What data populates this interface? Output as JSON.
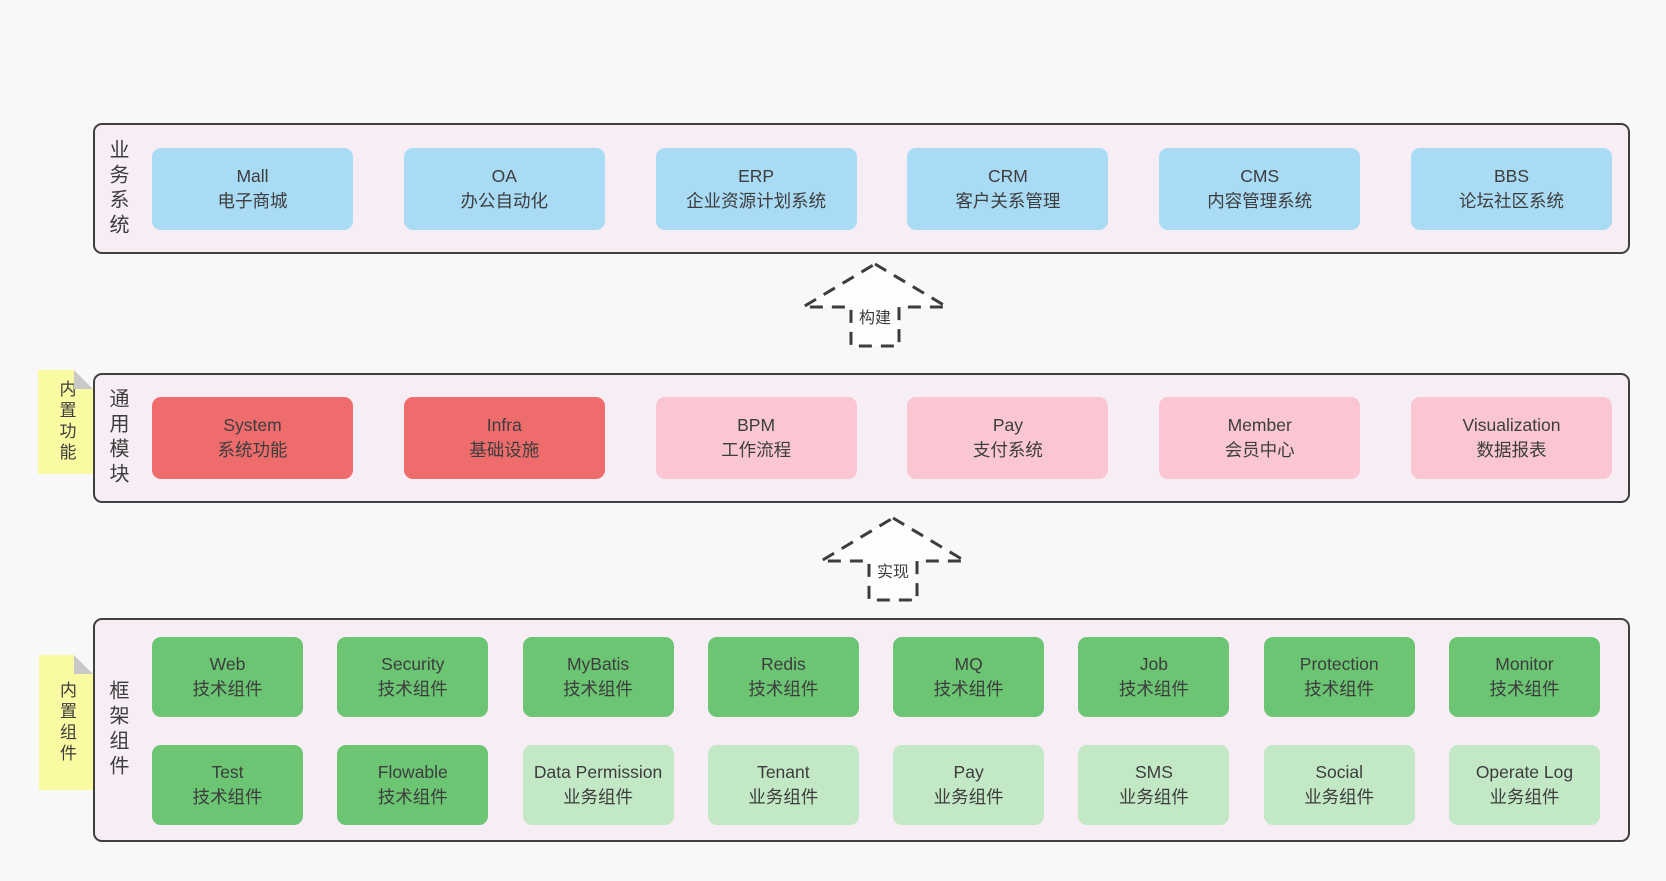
{
  "colors": {
    "page_bg": "#f8f8f8",
    "panel_bg": "#f7edf5",
    "panel_border": "#3f3f3f",
    "blue_box": "#a9dbf5",
    "red_box": "#ee6c6c",
    "pink_box": "#f9c6d1",
    "green_box": "#6bc573",
    "light_green_box": "#c3e8c5",
    "sticky_bg": "#fafaa3",
    "sticky_fold": "#c9c9c9",
    "text": "#3d3d3d"
  },
  "arrows": {
    "build": {
      "label": "构建"
    },
    "implement": {
      "label": "实现"
    }
  },
  "layers": {
    "business": {
      "label": "业务系统",
      "boxes": [
        {
          "title": "Mall",
          "subtitle": "电子商城"
        },
        {
          "title": "OA",
          "subtitle": "办公自动化"
        },
        {
          "title": "ERP",
          "subtitle": "企业资源计划系统"
        },
        {
          "title": "CRM",
          "subtitle": "客户关系管理"
        },
        {
          "title": "CMS",
          "subtitle": "内容管理系统"
        },
        {
          "title": "BBS",
          "subtitle": "论坛社区系统"
        }
      ]
    },
    "modules": {
      "label": "通用模块",
      "sticky": "内置功能",
      "boxes": [
        {
          "title": "System",
          "subtitle": "系统功能",
          "variant": "red"
        },
        {
          "title": "Infra",
          "subtitle": "基础设施",
          "variant": "red"
        },
        {
          "title": "BPM",
          "subtitle": "工作流程",
          "variant": "pink"
        },
        {
          "title": "Pay",
          "subtitle": "支付系统",
          "variant": "pink"
        },
        {
          "title": "Member",
          "subtitle": "会员中心",
          "variant": "pink"
        },
        {
          "title": "Visualization",
          "subtitle": "数据报表",
          "variant": "pink"
        }
      ]
    },
    "components": {
      "label": "框架组件",
      "sticky": "内置组件",
      "row1": [
        {
          "title": "Web",
          "subtitle": "技术组件"
        },
        {
          "title": "Security",
          "subtitle": "技术组件"
        },
        {
          "title": "MyBatis",
          "subtitle": "技术组件"
        },
        {
          "title": "Redis",
          "subtitle": "技术组件"
        },
        {
          "title": "MQ",
          "subtitle": "技术组件"
        },
        {
          "title": "Job",
          "subtitle": "技术组件"
        },
        {
          "title": "Protection",
          "subtitle": "技术组件"
        },
        {
          "title": "Monitor",
          "subtitle": "技术组件"
        }
      ],
      "row2": [
        {
          "title": "Test",
          "subtitle": "技术组件",
          "variant": "green"
        },
        {
          "title": "Flowable",
          "subtitle": "技术组件",
          "variant": "green"
        },
        {
          "title": "Data Permission",
          "subtitle": "业务组件",
          "variant": "light-green"
        },
        {
          "title": "Tenant",
          "subtitle": "业务组件",
          "variant": "light-green"
        },
        {
          "title": "Pay",
          "subtitle": "业务组件",
          "variant": "light-green"
        },
        {
          "title": "SMS",
          "subtitle": "业务组件",
          "variant": "light-green"
        },
        {
          "title": "Social",
          "subtitle": "业务组件",
          "variant": "light-green"
        },
        {
          "title": "Operate Log",
          "subtitle": "业务组件",
          "variant": "light-green"
        }
      ]
    }
  }
}
